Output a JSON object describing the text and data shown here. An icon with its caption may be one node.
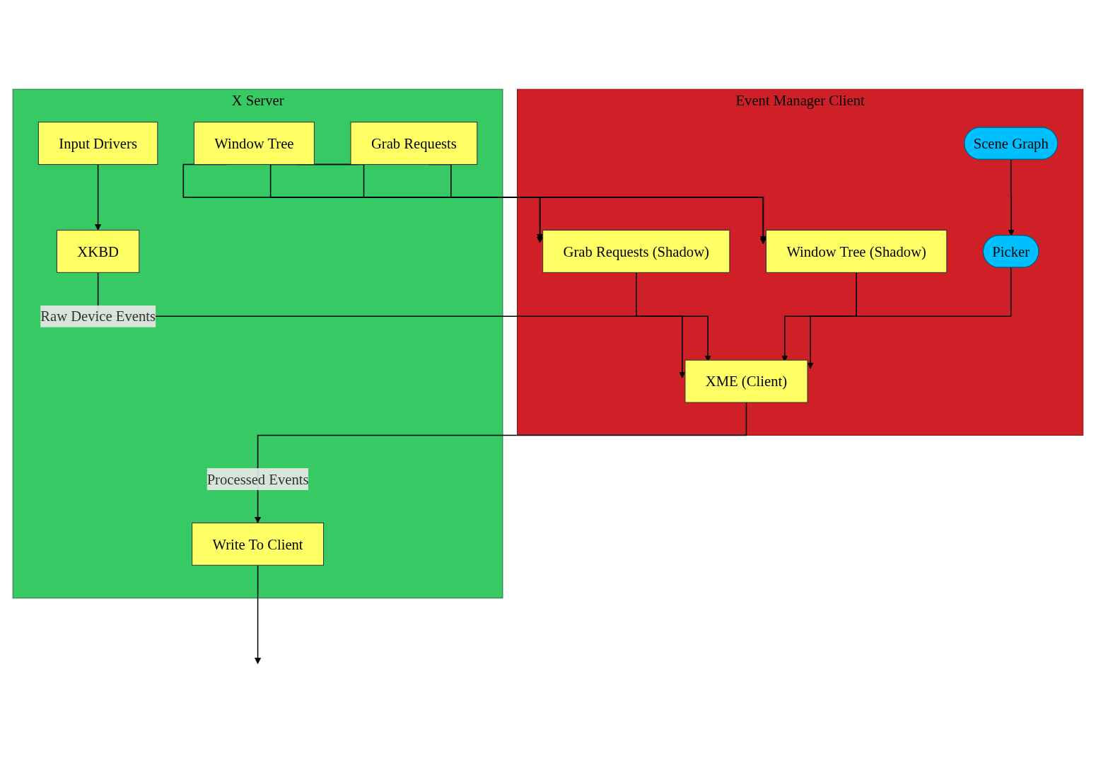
{
  "diagram": {
    "nodes": [
      {
        "text": [
          "Event Manager Client"
        ]
      },
      {
        "text": [
          "XME (Client)"
        ],
        "in": 0
      },
      {
        "text": [
          "Grab Requests (Shadow)"
        ],
        "in": 0
      },
      {
        "text": [
          "Window Tree (Shadow)"
        ],
        "in": 0
      },
      {
        "text": [
          "Picker"
        ],
        "in": 0
      },
      {
        "text": [
          "Scene Graph"
        ],
        "in": 0
      },
      {
        "text": [
          "X Server"
        ]
      },
      {
        "text": [
          "Write To Client"
        ],
        "in": 6
      },
      {
        "text": [
          "Window Tree"
        ],
        "in": 6
      },
      {
        "text": [
          "Grab Requests"
        ],
        "in": 6
      },
      {
        "text": [
          "XKBD"
        ],
        "in": 6
      },
      {
        "text": [
          "Input Drivers"
        ],
        "in": 6
      }
    ],
    "edges": [
      {
        "from": 1,
        "to": 7,
        "arrow": "to",
        "label": "Processed Events"
      },
      {
        "from": 7,
        "to": null,
        "arrow": "to"
      },
      {
        "from": 2,
        "to": 1,
        "arrow": "to"
      },
      {
        "from": 3,
        "to": 1,
        "arrow": "to"
      },
      {
        "from": 8,
        "to": 2,
        "arrow": "to"
      },
      {
        "from": 8,
        "to": 3,
        "arrow": "to"
      },
      {
        "from": 9,
        "to": 2,
        "arrow": "to"
      },
      {
        "from": 9,
        "to": 3,
        "arrow": "to"
      },
      {
        "from": 10,
        "to": 1,
        "arrow": "to",
        "label": "Raw Device Events"
      },
      {
        "from": 11,
        "to": 10,
        "arrow": "to"
      },
      {
        "from": 5,
        "to": 4,
        "arrow": "to"
      },
      {
        "from": 4,
        "to": 1,
        "arrow": "to"
      }
    ]
  }
}
